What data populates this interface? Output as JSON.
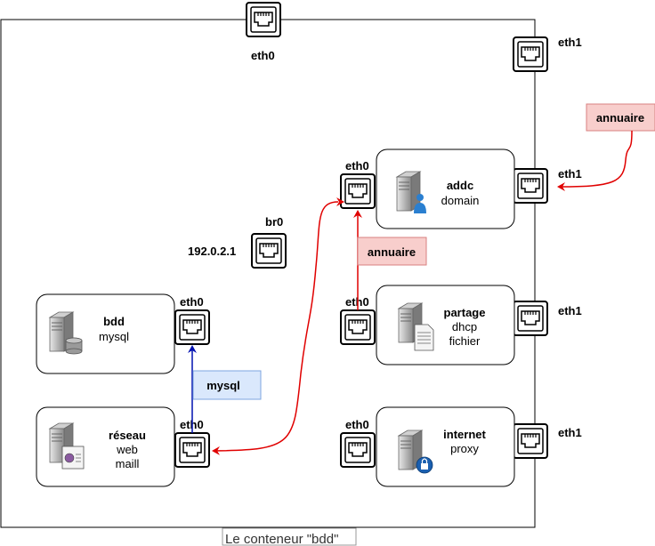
{
  "container": {
    "caption": "Le conteneur \"bdd\"",
    "outer_port": "eth0"
  },
  "bridge": {
    "name": "br0",
    "ip": "192.0.2.1"
  },
  "host_ports": {
    "top": "eth1",
    "addc": "eth1",
    "partage": "eth1",
    "internet": "eth1"
  },
  "nodes": {
    "bdd": {
      "title": "bdd",
      "lines": [
        "mysql"
      ],
      "port": "eth0"
    },
    "reseau": {
      "title": "réseau",
      "lines": [
        "web",
        "maill"
      ],
      "port": "eth0"
    },
    "addc": {
      "title": "addc",
      "lines": [
        "domain"
      ],
      "port": "eth0"
    },
    "partage": {
      "title": "partage",
      "lines": [
        "dhcp",
        "fichier"
      ],
      "port": "eth0"
    },
    "internet": {
      "title": "internet",
      "lines": [
        "proxy"
      ],
      "port": "eth0"
    }
  },
  "flows": {
    "mysql": "mysql",
    "annuaire_internal": "annuaire",
    "annuaire_external": "annuaire"
  },
  "colors": {
    "red_arrow": "#e00000",
    "blue_arrow": "#0010b0",
    "red_label_fill": "#f8cecc",
    "red_label_stroke": "#d98080",
    "blue_label_fill": "#dae8fc",
    "blue_label_stroke": "#7ea6e0"
  }
}
